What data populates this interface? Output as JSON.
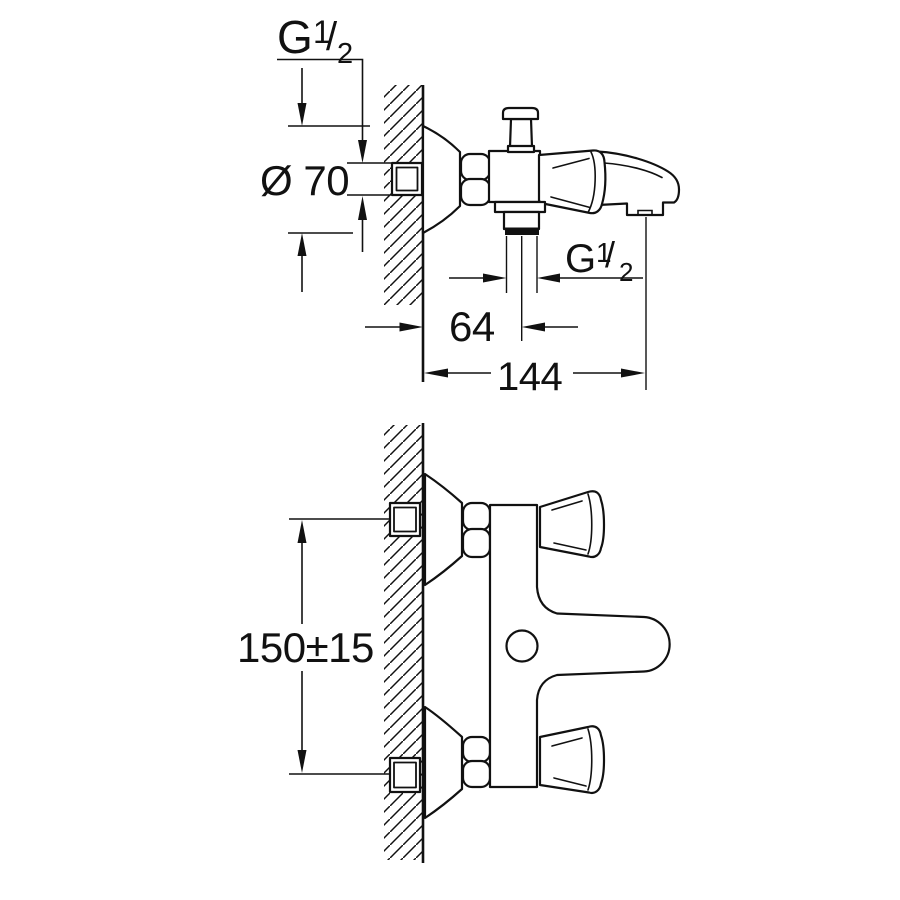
{
  "colors": {
    "ink": "#111111",
    "paper": "#ffffff"
  },
  "dims": {
    "thread_top": {
      "g": "G",
      "num": "1",
      "slash": "/",
      "den": "2"
    },
    "escutcheon_diameter": "Ø 70",
    "thread_hose": {
      "g": "G",
      "num": "1",
      "slash": "/",
      "den": "2"
    },
    "hose_center_offset": "64",
    "overall_depth": "144",
    "connection_spacing": "150±15"
  }
}
